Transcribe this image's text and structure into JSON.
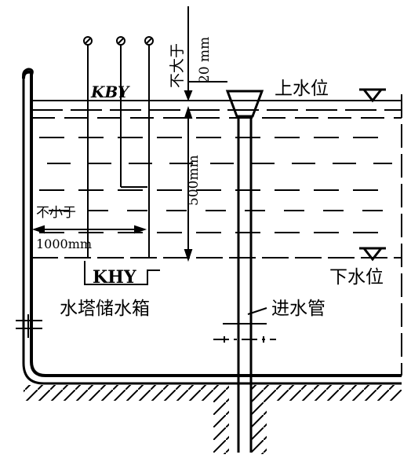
{
  "labels": {
    "upper_water_level": "上水位",
    "lower_water_level": "下水位",
    "inlet_pipe": "进水管",
    "tank_name": "水塔储水箱",
    "kby": "KBY",
    "khy": "KHY",
    "not_less_than": "不小于",
    "dim_1000": "1000mm",
    "not_greater_than": "不大于",
    "dim_20": "20 mm",
    "dim_500": "500mm"
  },
  "colors": {
    "ink": "#000000",
    "background": "#ffffff"
  }
}
